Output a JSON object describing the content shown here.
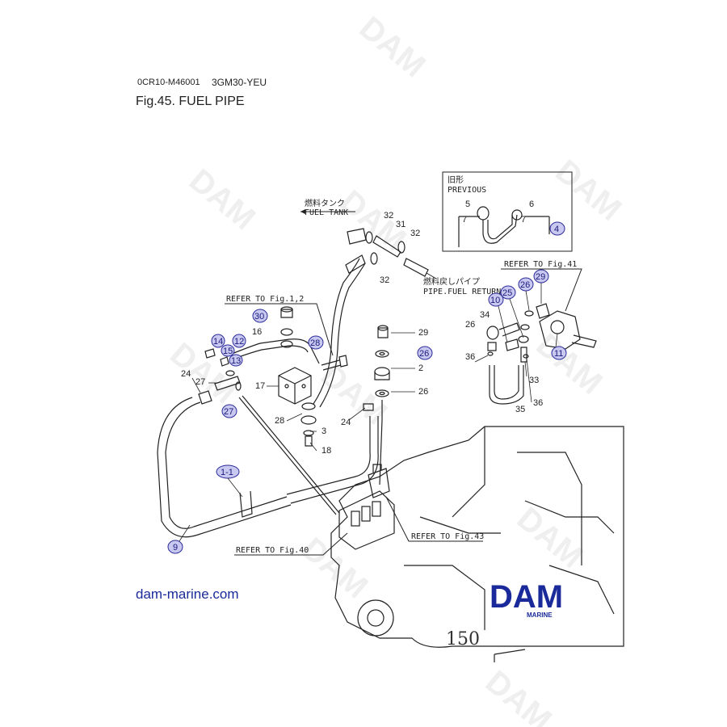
{
  "header": {
    "code": "0CR10-M46001",
    "model": "3GM30-YEU",
    "title": "Fig.45.  FUEL PIPE"
  },
  "labels": {
    "previous_jp": "旧形",
    "previous": "PREVIOUS",
    "fuel_tank_jp": "燃料タンク",
    "fuel_tank": "FUEL TANK",
    "fuel_return_jp": "燃料戻しパイプ",
    "fuel_return": "PIPE.FUEL RETURN",
    "ref_fig41": "REFER TO Fig.41",
    "ref_fig12": "REFER TO Fig.1,2",
    "ref_fig40": "REFER TO Fig.40",
    "ref_fig43": "REFER TO Fig.43"
  },
  "parts": {
    "p2": "2",
    "p3": "3",
    "p4": "4",
    "p5": "5",
    "p6": "6",
    "p7a": "7",
    "p7b": "7",
    "p9": "9",
    "p10": "10",
    "p11": "11",
    "p12": "12",
    "p13": "13",
    "p14": "14",
    "p15": "15",
    "p16": "16",
    "p17": "17",
    "p18": "18",
    "p1_1": "1-1",
    "p24a": "24",
    "p24b": "24",
    "p25": "25",
    "p26a": "26",
    "p26b": "26",
    "p26c": "26",
    "p26d": "26",
    "p27a": "27",
    "p27b": "27",
    "p28a": "28",
    "p28b": "28",
    "p29a": "29",
    "p29b": "29",
    "p30": "30",
    "p31": "31",
    "p32a": "32",
    "p32b": "32",
    "p32c": "32",
    "p33": "33",
    "p34": "34",
    "p35": "35",
    "p36a": "36",
    "p36b": "36"
  },
  "handwritten": "150",
  "footer": {
    "website": "dam-marine.com",
    "logo_text": "DAM",
    "logo_sub": "MARINE"
  },
  "watermark": "DAM",
  "colors": {
    "callout_fill": "#c8c8f0",
    "callout_stroke": "#2a2a9a",
    "website": "#1a2a9a",
    "logo": "#1a2a9a"
  }
}
